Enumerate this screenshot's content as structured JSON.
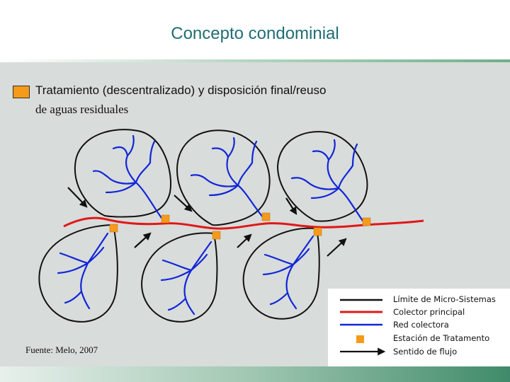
{
  "title": "Concepto condominial",
  "heading": {
    "line1": "Tratamiento (descentralizado) y disposición final/reuso",
    "line2": "de aguas residuales"
  },
  "source": "Fuente: Melo, 2007",
  "legend": {
    "boundary": "Límite de Micro-Sistemas",
    "main_collector": "Colector principal",
    "collector_network": "Red colectora",
    "treatment_station": "Estación de Tratamento",
    "flow_direction": "Sentido de flujo"
  },
  "colors": {
    "title": "#1f6e74",
    "boundary": "#111111",
    "main_collector": "#e01818",
    "collector_network": "#1226d8",
    "treatment_station": "#f59a1a",
    "panel": "#d8dcdb"
  },
  "icons": {
    "bullet": "orange-square-bullet-icon"
  }
}
